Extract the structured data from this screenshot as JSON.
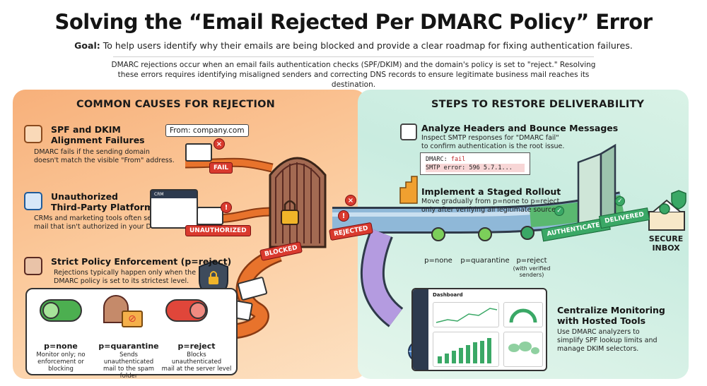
{
  "header": {
    "title": "Solving the “Email Rejected Per DMARC Policy” Error",
    "goal_label": "Goal:",
    "goal_text": " To help users identify why their emails are being blocked and provide a clear roadmap for fixing authentication failures.",
    "intro": "DMARC rejections occur when an email fails authentication checks (SPF/DKIM) and the domain's policy is set to \"reject.\" Resolving these errors requires identifying misaligned senders and correcting DNS records to ensure legitimate business mail reaches its destination."
  },
  "left": {
    "heading": "COMMON CAUSES FOR REJECTION",
    "items": [
      {
        "title_1": "SPF and DKIM",
        "title_2": "Alignment Failures",
        "desc_1": "DMARC fails if the sending domain",
        "desc_2": "doesn't match the visible \"From\" address."
      },
      {
        "title_1": "Unauthorized",
        "title_2": "Third-Party Platforms",
        "desc_1": "CRMs and marketing tools often send",
        "desc_2": "mail that isn't authorized in your DNS."
      },
      {
        "title_1": "Strict Policy Enforcement (p=reject)",
        "title_2": "",
        "desc_1": "Rejections typically happen only when the",
        "desc_2": "DMARC policy is set to its strictest level."
      }
    ],
    "from_label": "From: company.com",
    "fail_tag": "FAIL",
    "unauth_tag": "UNAUTHORIZED",
    "crm_label": "CRM",
    "blocked_tag": "BLOCKED",
    "rejected_tag": "REJECTED",
    "policies": [
      {
        "label": "p=none",
        "desc_1": "Monitor only; no",
        "desc_2": "enforcement or blocking"
      },
      {
        "label": "p=quarantine",
        "desc_1": "Sends unauthenticated",
        "desc_2": "mail to the spam folder"
      },
      {
        "label": "p=reject",
        "desc_1": "Blocks unauthenticated",
        "desc_2": "mail at the server level"
      }
    ]
  },
  "right": {
    "heading": "STEPS TO RESTORE DELIVERABILITY",
    "steps": [
      {
        "title": "Analyze Headers and Bounce Messages",
        "desc_1": "Inspect SMTP responses for \"DMARC fail\"",
        "desc_2": "to confirm authentication is the root issue."
      },
      {
        "title": "Implement a Staged Rollout",
        "desc_1": "Move gradually from p=none to p=reject",
        "desc_2": "only after verifying all legitimate sources."
      },
      {
        "title_1": "Centralize Monitoring",
        "title_2": "with Hosted Tools",
        "desc_1": "Use DMARC analyzers to",
        "desc_2": "simplify SPF lookup limits and",
        "desc_3": "manage DKIM selectors."
      }
    ],
    "code_line_1_key": "DMARC: ",
    "code_line_1_val": "fail",
    "code_line_2": "SMTP error: 596 5.7.1...",
    "stages": [
      {
        "label": "p=none",
        "sub_1": "",
        "sub_2": ""
      },
      {
        "label": "p=quarantine",
        "sub_1": "",
        "sub_2": ""
      },
      {
        "label": "p=reject",
        "sub_1": "(with verified",
        "sub_2": "senders)"
      }
    ],
    "authenticated_tag": "AUTHENTICATED",
    "delivered_tag": "DELIVERED",
    "inbox_label_1": "SECURE",
    "inbox_label_2": "INBOX",
    "dashboard_title": "Dashboard"
  },
  "colors": {
    "reject_red": "#d93a2e",
    "pass_green": "#3aa866",
    "warn_orange": "#f0a030",
    "left_panel": "#f7b07a",
    "right_panel": "#d9f2e6"
  }
}
